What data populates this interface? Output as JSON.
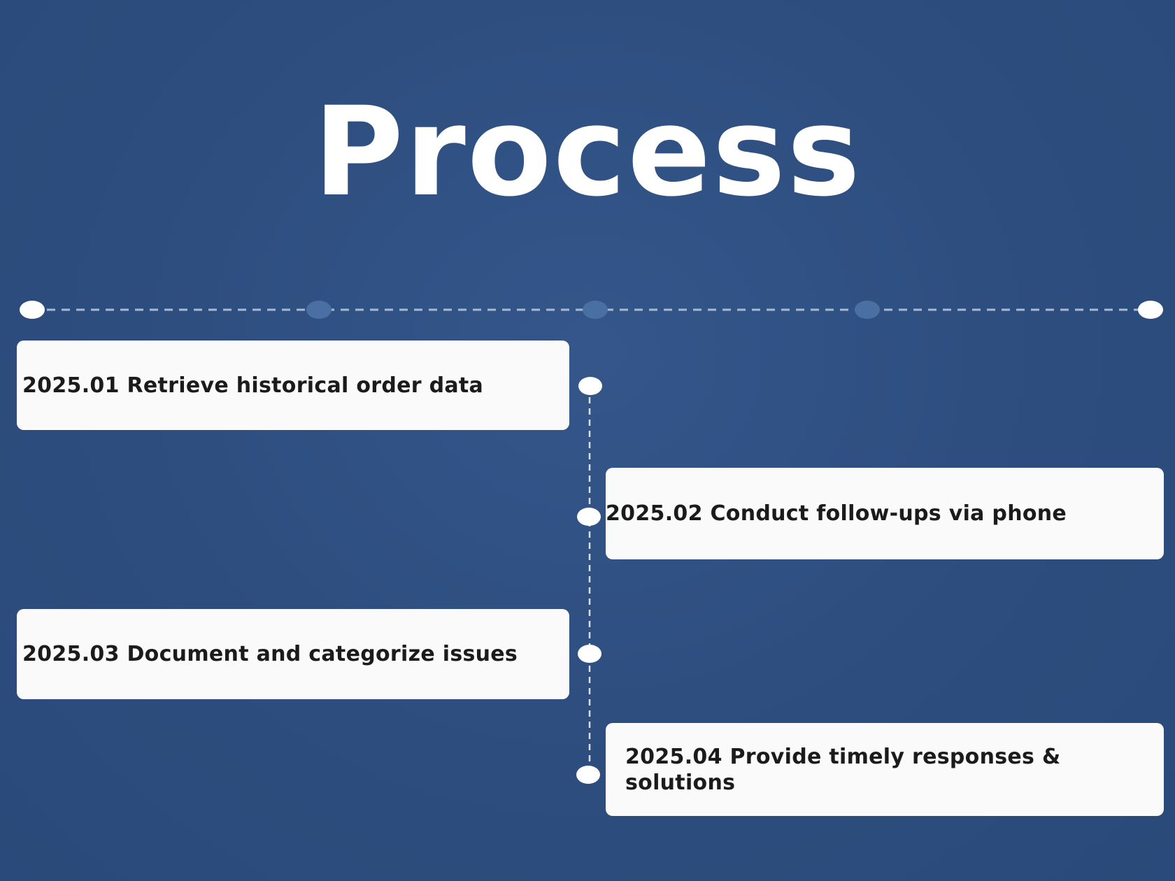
{
  "title": "Process",
  "steps": [
    {
      "text": "2025.01 Retrieve historical order data"
    },
    {
      "text": "2025.02 Conduct follow-ups via phone"
    },
    {
      "text": "2025.03 Document and categorize issues"
    },
    {
      "text": "2025.04 Provide timely responses & solutions"
    }
  ],
  "colors": {
    "background": "#2e4f80",
    "card": "#fafafa",
    "text": "#1b1b1b",
    "dot_white": "#ffffff",
    "dot_blue": "#4a6fa3",
    "dashed_line": "#a9b9d2"
  }
}
